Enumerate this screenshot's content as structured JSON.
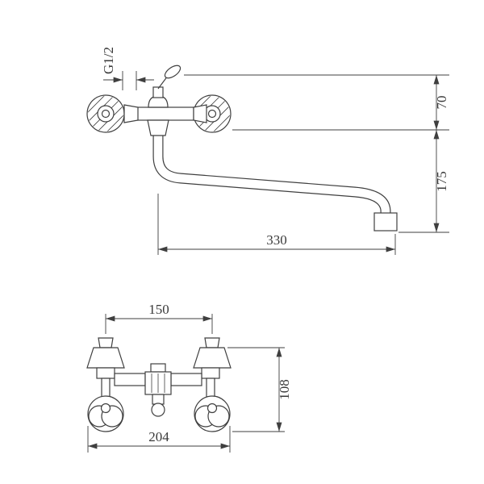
{
  "title": "Wall-mounted mixer faucet dimensional drawing",
  "colors": {
    "line": "#3f3f3f",
    "background": "#ffffff"
  },
  "side_view": {
    "thread_label": "G1/2",
    "dim_top_height": "70",
    "dim_spout_drop": "175",
    "dim_spout_reach": "330"
  },
  "front_view": {
    "dim_handle_centers": "150",
    "dim_body_height": "108",
    "dim_overall_width": "204"
  }
}
